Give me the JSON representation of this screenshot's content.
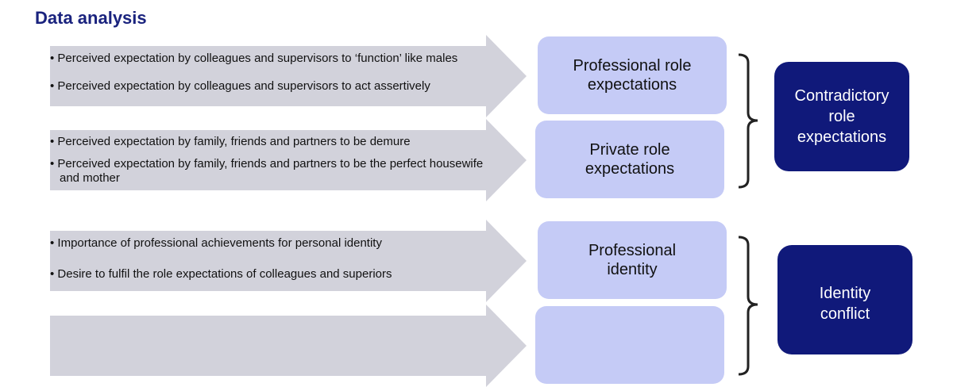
{
  "title": "Data analysis",
  "rows": [
    {
      "bullets": [
        "Perceived expectation by colleagues and supervisors to ‘function’ like males",
        "Perceived expectation by colleagues and supervisors to act assertively"
      ],
      "box": "Professional role expectations"
    },
    {
      "bullets": [
        "Perceived expectation by family, friends and partners to be demure",
        "Perceived expectation by family, friends and partners to be the perfect housewife and mother"
      ],
      "box": "Private role expectations"
    },
    {
      "bullets": [
        "Importance of professional achievements for personal identity",
        "Desire to fulfil the role expectations of colleagues and superiors"
      ],
      "box": "Professional identity"
    }
  ],
  "outcomes": [
    "Contradictory role expectations",
    "Identity conflict"
  ],
  "colors": {
    "title": "#1a237e",
    "arrow": "#d2d2db",
    "role_box": "#c5cbf6",
    "outcome_box": "#10197a",
    "bracket": "#222222"
  }
}
